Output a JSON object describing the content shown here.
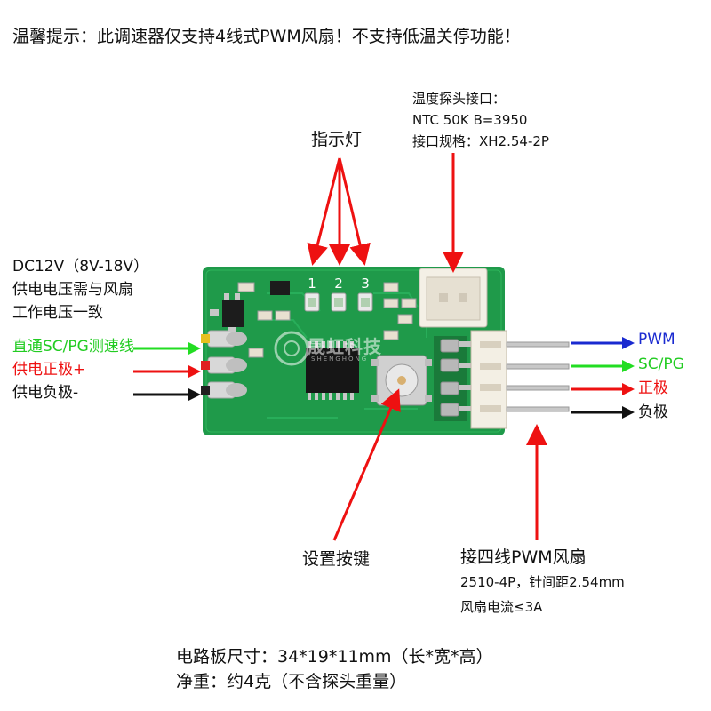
{
  "header": {
    "notice": "温馨提示：此调速器仅支持4线式PWM风扇！不支持低温关停功能！"
  },
  "sensor": {
    "title": "温度探头接口：",
    "spec": "NTC 50K B=3950",
    "connector": "接口规格：XH2.54-2P"
  },
  "indicator": {
    "title": "指示灯",
    "led_numbers": [
      "1",
      "2",
      "3"
    ]
  },
  "power": {
    "voltage": "DC12V（8V-18V）",
    "note_line1": "供电电压需与风扇",
    "note_line2": "工作电压一致"
  },
  "left_wires": [
    {
      "label": "直通SC/PG测速线",
      "color": "#22dd22",
      "arrow": "#22dd22"
    },
    {
      "label": "供电正极+",
      "color": "#ee1111",
      "arrow": "#ee1111"
    },
    {
      "label": "供电负极-",
      "color": "#111111",
      "arrow": "#111111"
    }
  ],
  "right_wires": [
    {
      "label": "PWM",
      "color": "#1a2ad0",
      "arrow": "#1a2ad0"
    },
    {
      "label": "SC/PG",
      "color": "#22dd22",
      "arrow": "#22dd22"
    },
    {
      "label": "正极",
      "color": "#ee1111",
      "arrow": "#ee1111"
    },
    {
      "label": "负极",
      "color": "#111111",
      "arrow": "#111111"
    }
  ],
  "button": {
    "label": "设置按键"
  },
  "fan": {
    "title": "接四线PWM风扇",
    "connector": "2510-4P，针间距2.54mm",
    "current": "风扇电流≤3A"
  },
  "board": {
    "size": "电路板尺寸：34*19*11mm（长*宽*高）",
    "weight": "净重：约4克（不含探头重量）",
    "color": "#1f9a4a",
    "watermark": "晟虹科技",
    "watermark_sub": "SHENGHONG"
  }
}
